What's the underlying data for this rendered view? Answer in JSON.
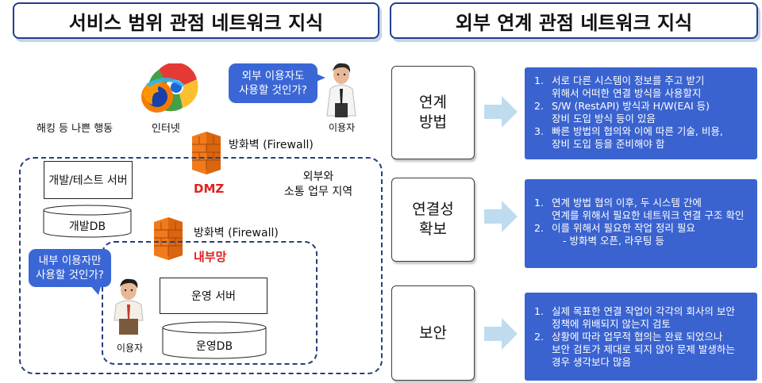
{
  "titles": {
    "left": "서비스 범위 관점 네트워크 지식",
    "right": "외부 연계 관점 네트워크 지식"
  },
  "left": {
    "hacking_label": "해킹 등 나쁜 행동",
    "internet_label": "인터넷",
    "bubble_external": [
      "외부 이용자도",
      "사용할 것인가?"
    ],
    "user_top_label": "이용자",
    "firewall1_label": "방화벽 (Firewall)",
    "dmz_label": "DMZ",
    "dev_server": "개발/테스트 서버",
    "dev_db": "개발DB",
    "external_area": [
      "외부와",
      "소통 업무 지역"
    ],
    "firewall2_label": "방화벽 (Firewall)",
    "internal_label": "내부망",
    "bubble_internal": [
      "내부 이용자만",
      "사용할 것인가?"
    ],
    "user_bottom_label": "이용자",
    "ops_server": "운영 서버",
    "ops_db": "운영DB"
  },
  "right": {
    "sections": [
      {
        "heading": [
          "연계",
          "방법"
        ],
        "items": [
          {
            "num": "1.",
            "lines": [
              "서로 다른 시스템이 정보를 주고 받기",
              "위해서 어떠한 연결 방식을 사용할지"
            ]
          },
          {
            "num": "2.",
            "lines": [
              "S/W (RestAPI) 방식과 H/W(EAI 등)",
              "장비 도입 방식 등이 있음"
            ]
          },
          {
            "num": "3.",
            "lines": [
              "빠른 방법의 협의와 이에 따른 기술, 비용,",
              "장비 도입 등을 준비해야 함"
            ]
          }
        ]
      },
      {
        "heading": [
          "연결성",
          "확보"
        ],
        "items": [
          {
            "num": "1.",
            "lines": [
              "연계 방법 협의 이후, 두 시스템 간에",
              "연계를 위해서 필요한 네트워크 연결 구조 확인"
            ]
          },
          {
            "num": "2.",
            "lines": [
              "이를 위해서 필요한 작업 정리 필요"
            ]
          }
        ],
        "subline": "- 방화벽 오픈, 라우팅 등"
      },
      {
        "heading": [
          "보안"
        ],
        "items": [
          {
            "num": "1.",
            "lines": [
              "실제 목표한 연결 작업이 각각의 회사의 보안",
              "정책에 위배되지 않는지 검토"
            ]
          },
          {
            "num": "2.",
            "lines": [
              "상황에 따라 업무적 협의는 완료 되었으나",
              "보안 검토가 제대로 되지 않아 문제 발생하는",
              "경우 생각보다 많음"
            ]
          }
        ]
      }
    ]
  },
  "colors": {
    "accent_blue": "#3a63d0",
    "title_border": "#1f3f8f",
    "firewall_orange": "#f07a1c",
    "dmz_red": "#e02020"
  },
  "icons": [
    "internet-browsers-icon",
    "firewall-icon",
    "user-icon",
    "arrow-right-icon",
    "database-icon"
  ]
}
